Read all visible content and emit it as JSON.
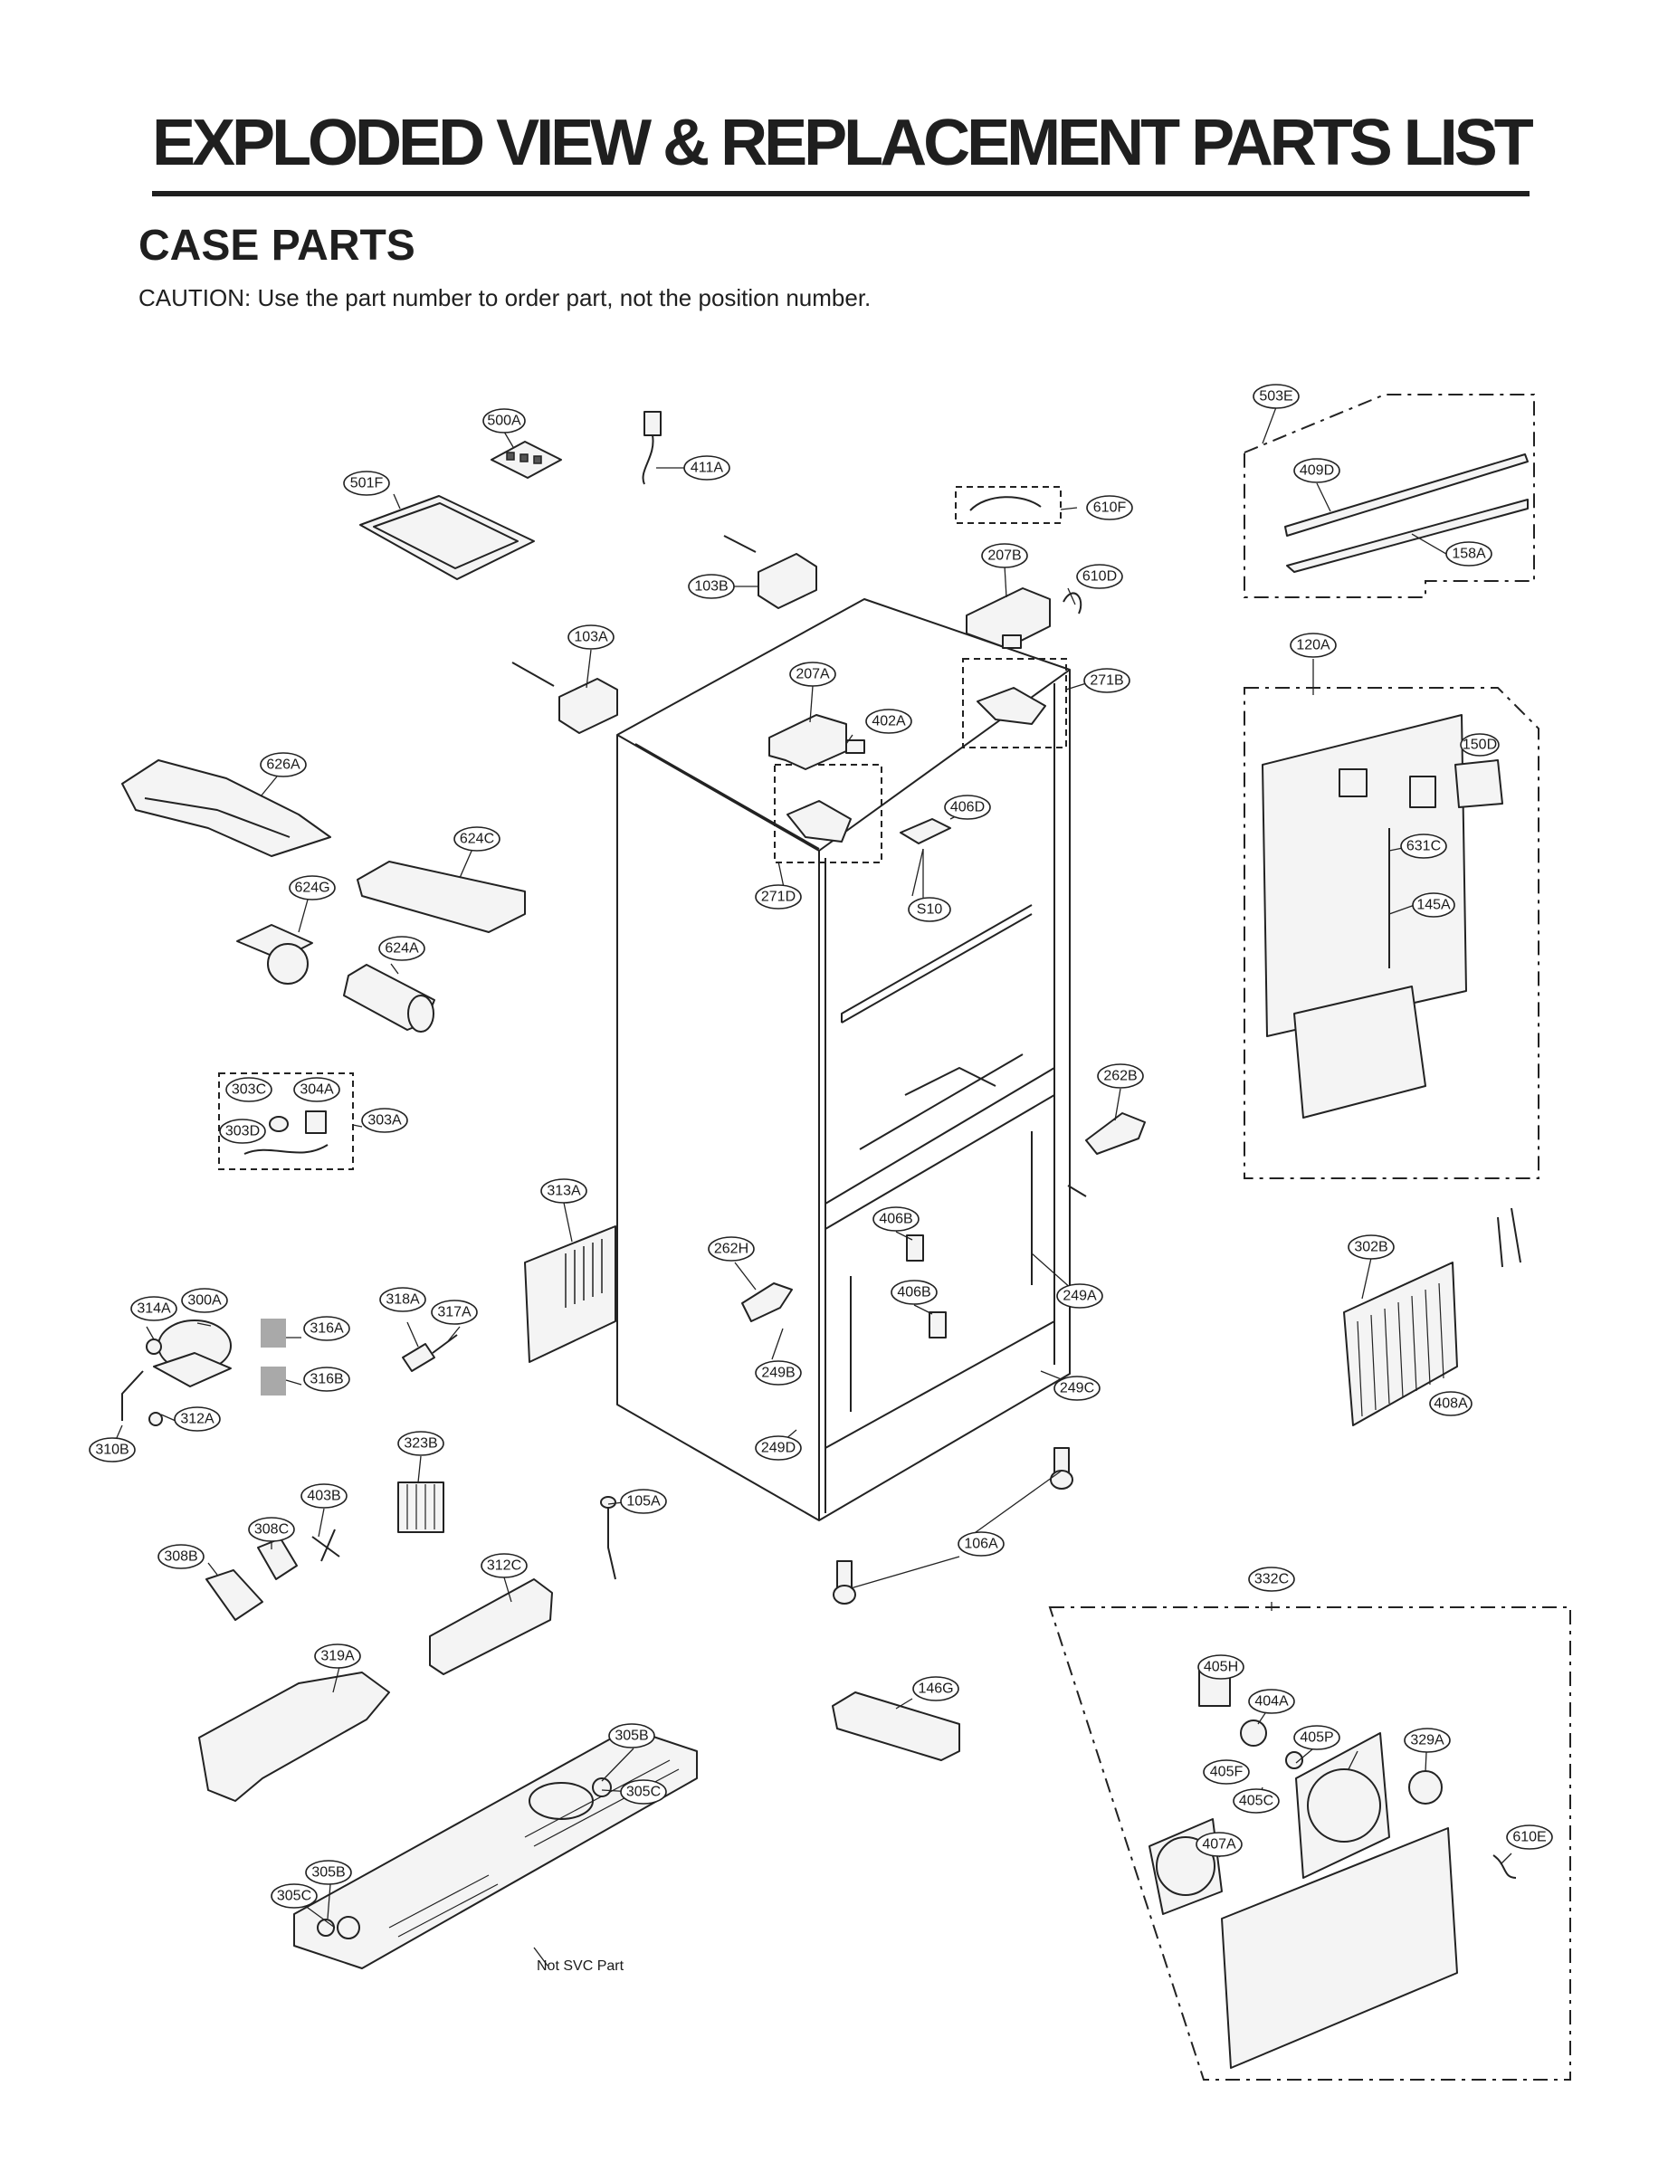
{
  "header": {
    "title": "EXPLODED VIEW & REPLACEMENT PARTS LIST",
    "section": "CASE PARTS",
    "caution": "CAUTION: Use the part number to order part, not the position number."
  },
  "note": "Not SVC Part",
  "callouts": [
    "500A",
    "411A",
    "501F",
    "103B",
    "610F",
    "207B",
    "610D",
    "103A",
    "207A",
    "402A",
    "271B",
    "626A",
    "624C",
    "624G",
    "406D",
    "271D",
    "S10",
    "624A",
    "303C",
    "304A",
    "303A",
    "303D",
    "262B",
    "313A",
    "406B",
    "262H",
    "406B",
    "249A",
    "314A",
    "300A",
    "316A",
    "316B",
    "318A",
    "317A",
    "249B",
    "249C",
    "312A",
    "310B",
    "323B",
    "249D",
    "403B",
    "105A",
    "308C",
    "308B",
    "106A",
    "312C",
    "319A",
    "146G",
    "305B",
    "305C",
    "305B",
    "305C",
    "503E",
    "409D",
    "158A",
    "120A",
    "150D",
    "631C",
    "145A",
    "302B",
    "408A",
    "332C",
    "405H",
    "404A",
    "405P",
    "329A",
    "405F",
    "405C",
    "407A",
    "610E"
  ]
}
